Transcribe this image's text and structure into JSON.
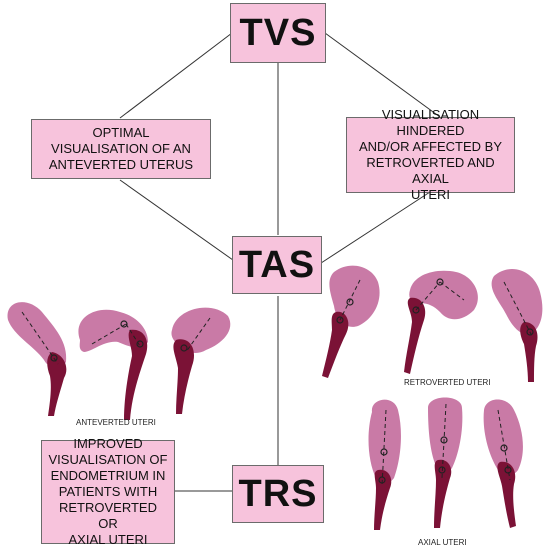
{
  "nodes": {
    "tvs": "TVS",
    "tas": "TAS",
    "trs": "TRS"
  },
  "descriptions": {
    "optimal": [
      "OPTIMAL",
      "VISUALISATION OF AN",
      "ANTEVERTED UTERUS"
    ],
    "hindered": [
      "VISUALISATION HINDERED",
      "AND/OR AFFECTED BY",
      "RETROVERTED AND AXIAL",
      "UTERI"
    ],
    "improved": [
      "IMPROVED",
      "VISUALISATION OF",
      "ENDOMETRIUM IN",
      "PATIENTS WITH",
      "RETROVERTED OR",
      "AXIAL UTERI"
    ]
  },
  "captions": {
    "anteverted": "ANTEVERTED UTERI",
    "retroverted": "RETROVERTED UTERI",
    "axial": "AXIAL UTERI"
  },
  "colors": {
    "box_fill": "#f7c3dc",
    "uterus_body": "#c97aa6",
    "uterus_cervix": "#7b1236",
    "line": "#333333"
  }
}
